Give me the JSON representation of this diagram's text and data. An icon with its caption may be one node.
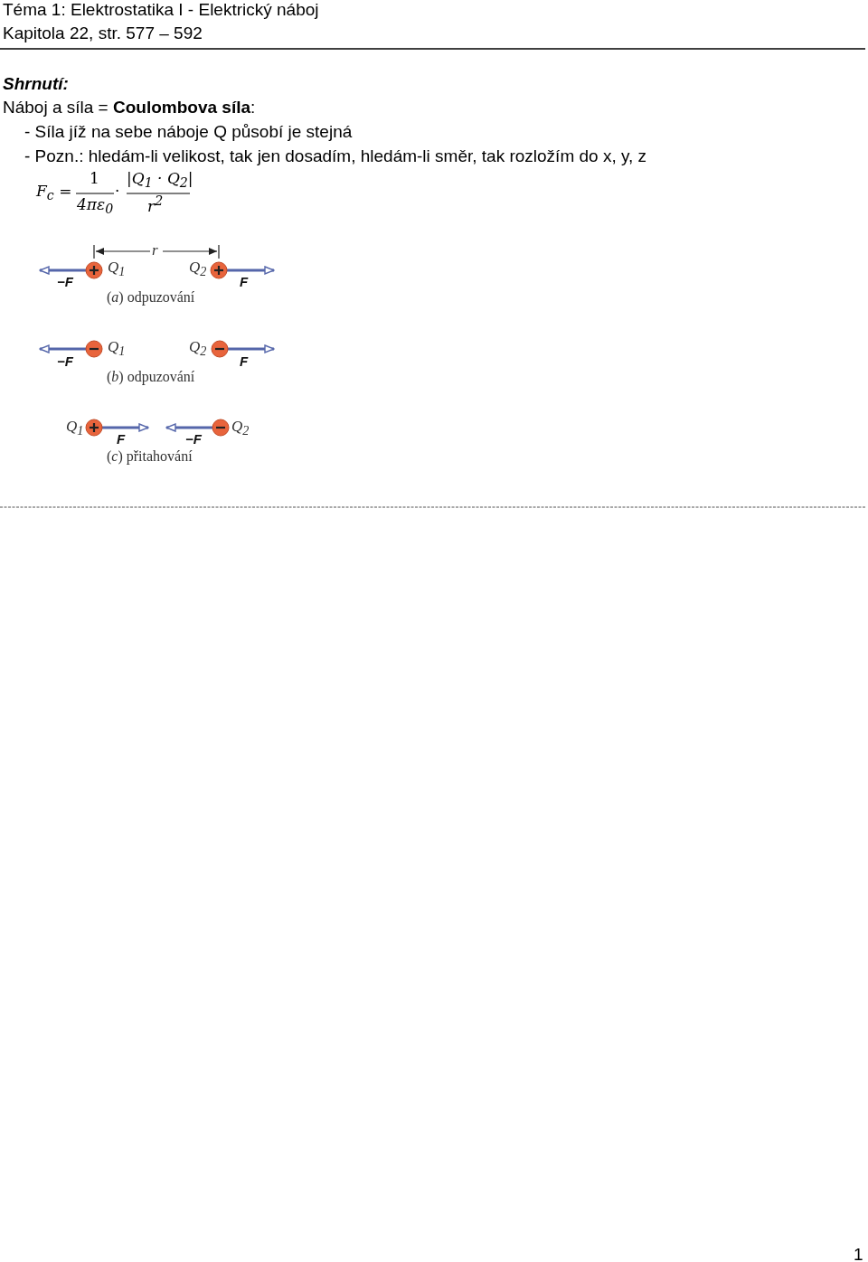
{
  "diagram": {
    "labels": [
      "Téma 1: Elektrostatika I - Elektrický náboj",
      "Kapitola 22, str. 577 – 592",
      "Shrnutí:",
      "Náboj a síla = **Coulombova síla**:",
      "- Síla jíž na sebe náboje Q působí je stejná",
      "- Pozn.: hledám-li velikost, tak jen dosadím, hledám-li směr, tak rozložím do x, y, z",
      "F$_{c}$ =",
      "1",
      "4πε$_{0}$",
      "·",
      "|Q$_{1}$ · Q$_{2}$|",
      "r$^{2}$",
      "r",
      "Q$_{1}$",
      "Q$_{2}$",
      "−F",
      "F",
      "(*a*) odpuzování",
      "Q$_{1}$",
      "Q$_{2}$",
      "−F",
      "F",
      "(*b*) odpuzování",
      "Q$_{1}$",
      "Q$_{2}$",
      "F",
      "−F",
      "(*c*) přitahování",
      "1"
    ]
  }
}
